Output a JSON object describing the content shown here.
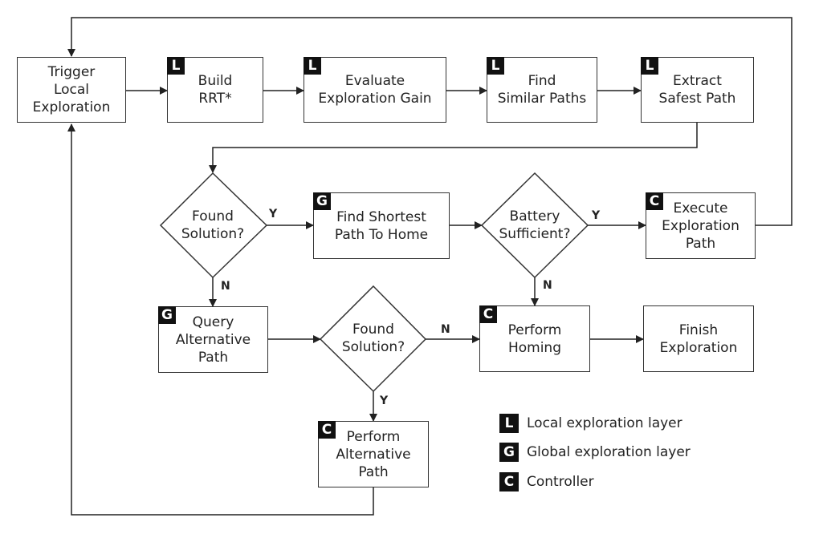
{
  "nodes": {
    "trigger": {
      "text": "Trigger\nLocal\nExploration",
      "badge": ""
    },
    "build_rrt": {
      "text": "Build\nRRT*",
      "badge": "L"
    },
    "evaluate_gain": {
      "text": "Evaluate\nExploration Gain",
      "badge": "L"
    },
    "find_similar": {
      "text": "Find\nSimilar Paths",
      "badge": "L"
    },
    "extract_safest": {
      "text": "Extract\nSafest Path",
      "badge": "L"
    },
    "found_solution_1": {
      "text": "Found\nSolution?"
    },
    "find_shortest": {
      "text": "Find Shortest\nPath To Home",
      "badge": "G"
    },
    "battery": {
      "text": "Battery\nSufficient?"
    },
    "execute_path": {
      "text": "Execute\nExploration\nPath",
      "badge": "C"
    },
    "query_alt": {
      "text": "Query\nAlternative\nPath",
      "badge": "G"
    },
    "found_solution_2": {
      "text": "Found\nSolution?"
    },
    "perform_homing": {
      "text": "Perform\nHoming",
      "badge": "C"
    },
    "finish": {
      "text": "Finish\nExploration",
      "badge": ""
    },
    "perform_alt": {
      "text": "Perform\nAlternative\nPath",
      "badge": "C"
    }
  },
  "edge_labels": {
    "found1_yes": "Y",
    "found1_no": "N",
    "battery_yes": "Y",
    "battery_no": "N",
    "found2_no": "N",
    "found2_yes": "Y"
  },
  "legend": [
    {
      "badge": "L",
      "label": "Local exploration layer"
    },
    {
      "badge": "G",
      "label": "Global exploration layer"
    },
    {
      "badge": "C",
      "label": "Controller"
    }
  ]
}
